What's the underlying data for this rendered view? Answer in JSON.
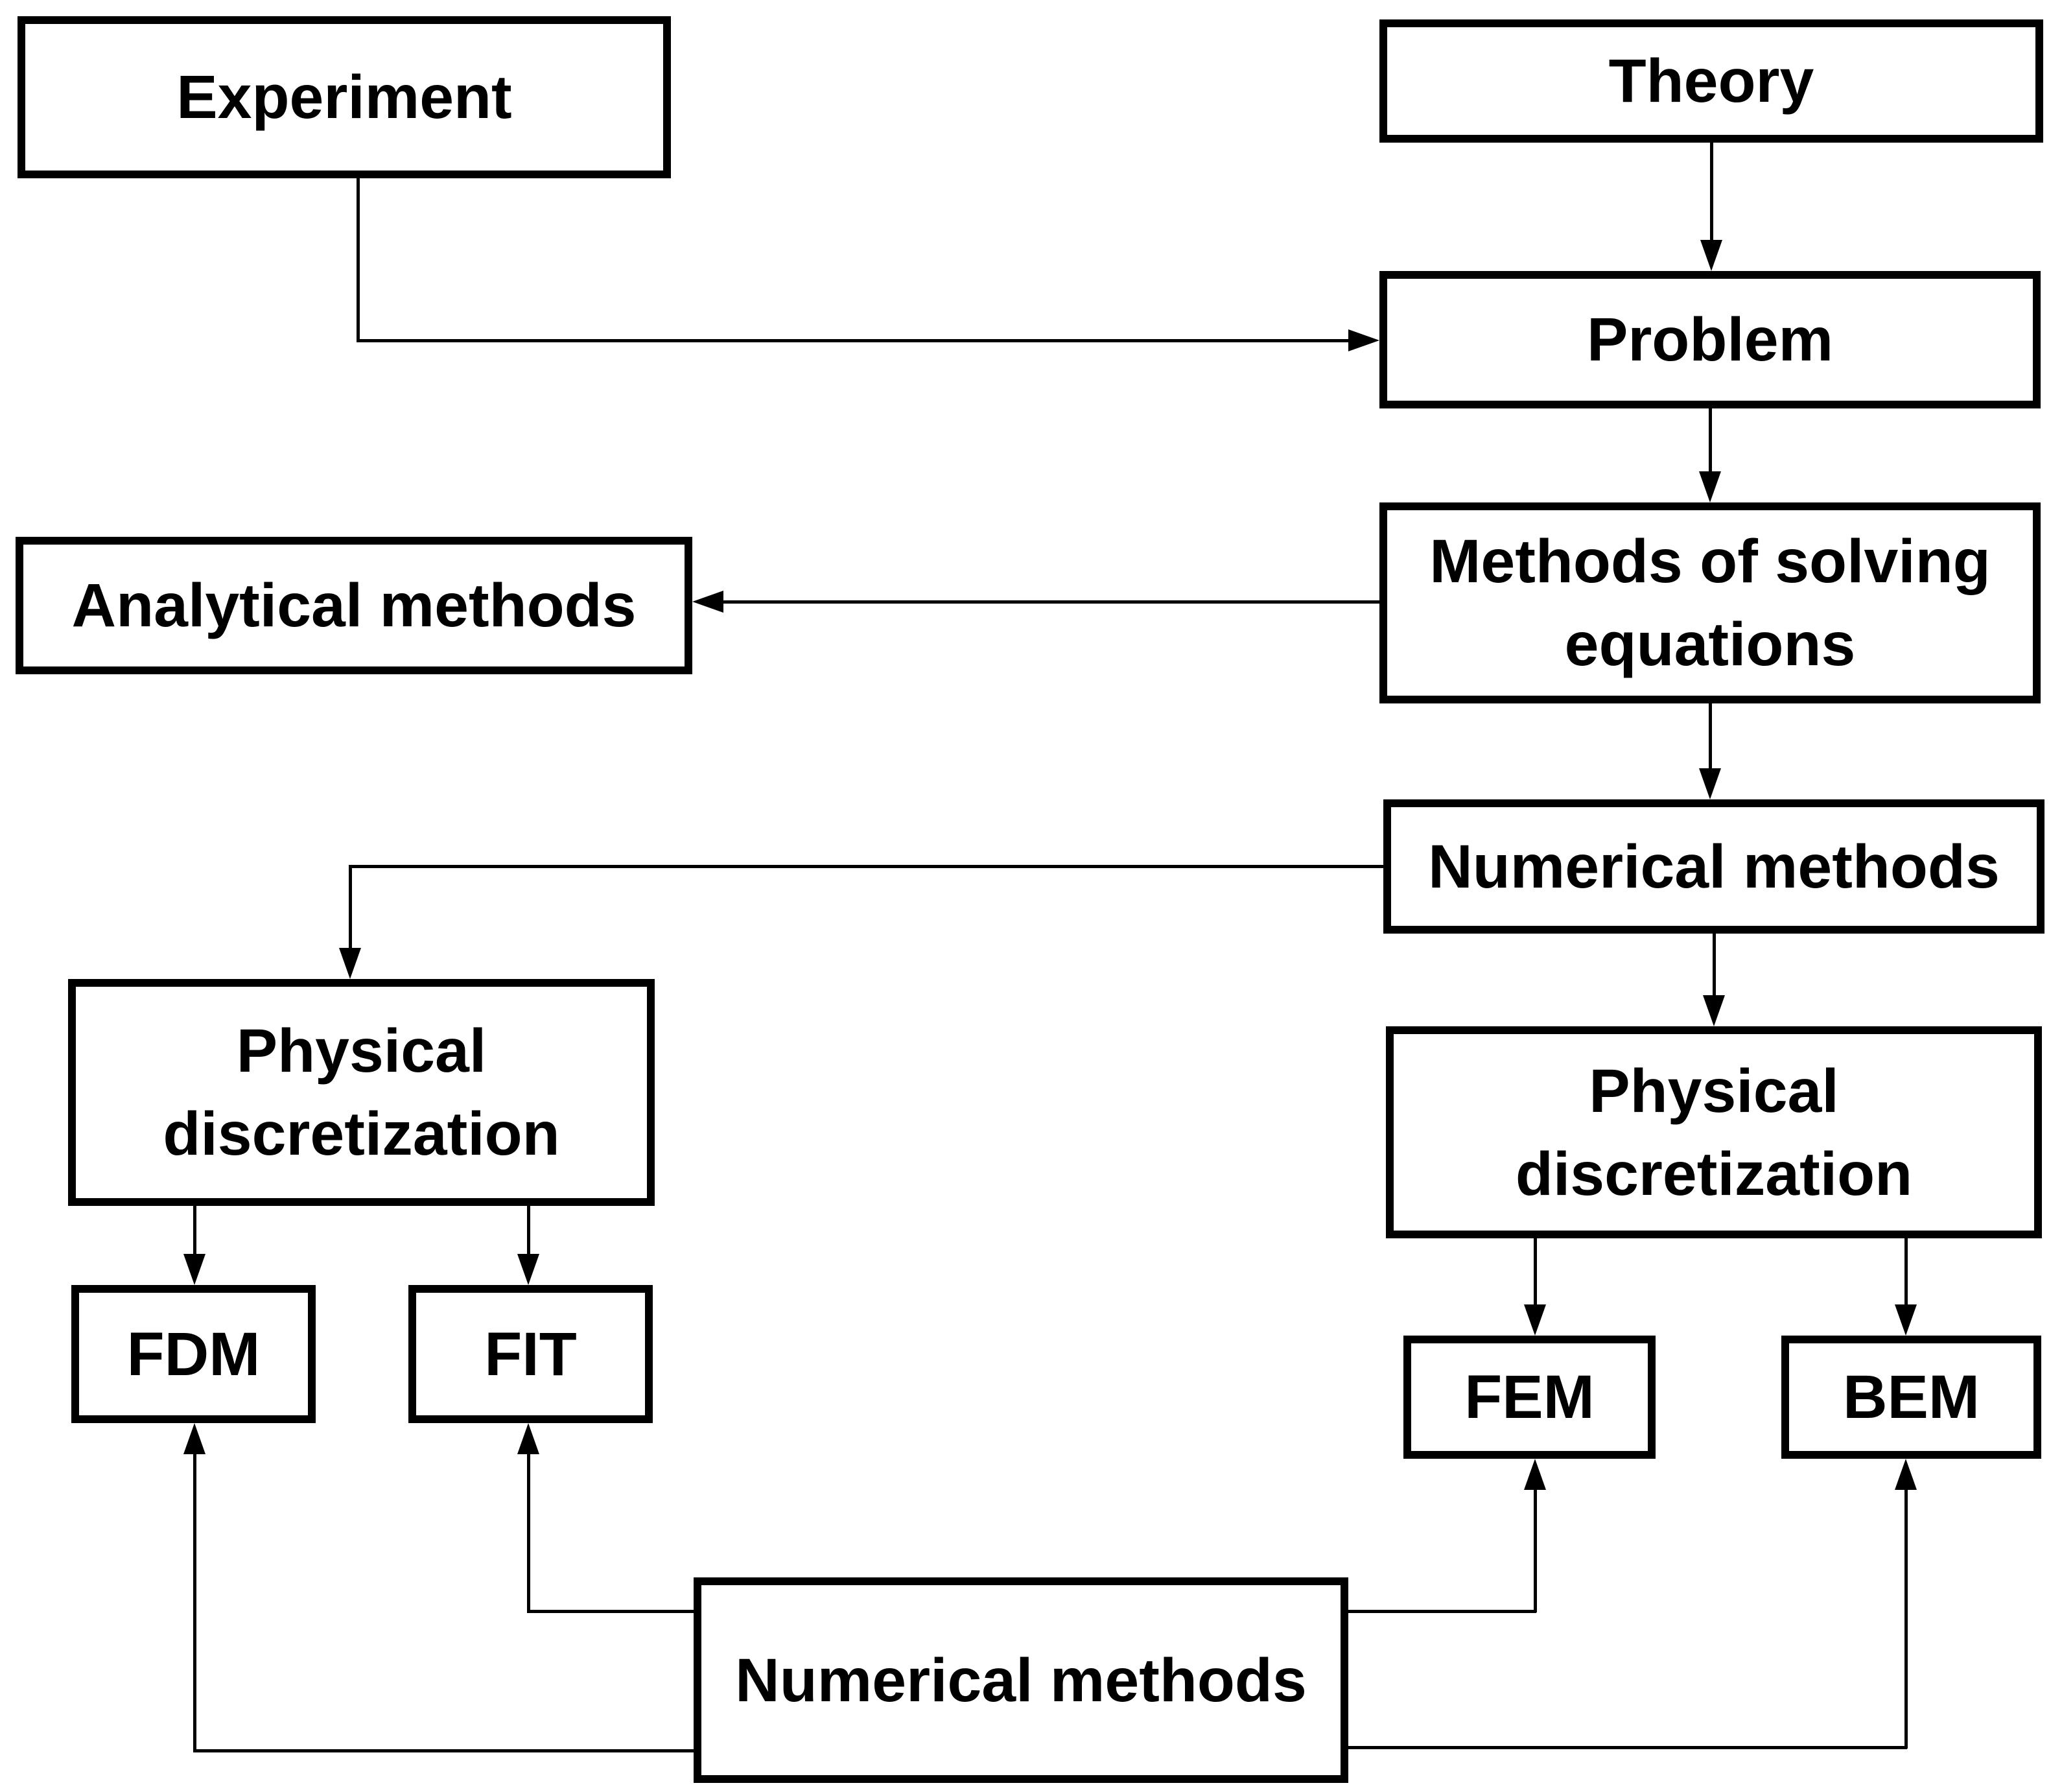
{
  "diagram": {
    "type": "flowchart",
    "colors": {
      "background": "#ffffff",
      "line": "#000000",
      "text": "#000000",
      "node_fill": "#ffffff"
    },
    "nodes": {
      "experiment": {
        "lines": [
          "Experiment"
        ]
      },
      "theory": {
        "lines": [
          "Theory"
        ]
      },
      "problem": {
        "lines": [
          "Problem"
        ]
      },
      "methods_of_solving_equations": {
        "lines": [
          "Methods of solving",
          "equations"
        ]
      },
      "analytical_methods": {
        "lines": [
          "Analytical methods"
        ]
      },
      "numerical_methods": {
        "lines": [
          "Numerical methods"
        ]
      },
      "physical_discretization_left": {
        "lines": [
          "Physical",
          "discretization"
        ]
      },
      "physical_discretization_right": {
        "lines": [
          "Physical",
          "discretization"
        ]
      },
      "fdm": {
        "lines": [
          "FDM"
        ]
      },
      "fit": {
        "lines": [
          "FIT"
        ]
      },
      "fem": {
        "lines": [
          "FEM"
        ]
      },
      "bem": {
        "lines": [
          "BEM"
        ]
      },
      "numerical_methods_bottom": {
        "lines": [
          "Numerical methods"
        ]
      }
    },
    "edges": [
      {
        "from": "theory",
        "to": "problem"
      },
      {
        "from": "experiment",
        "to": "problem"
      },
      {
        "from": "problem",
        "to": "methods_of_solving_equations"
      },
      {
        "from": "methods_of_solving_equations",
        "to": "analytical_methods"
      },
      {
        "from": "methods_of_solving_equations",
        "to": "numerical_methods"
      },
      {
        "from": "numerical_methods",
        "to": "physical_discretization_left"
      },
      {
        "from": "numerical_methods",
        "to": "physical_discretization_right"
      },
      {
        "from": "physical_discretization_left",
        "to": "fdm"
      },
      {
        "from": "physical_discretization_left",
        "to": "fit"
      },
      {
        "from": "physical_discretization_right",
        "to": "fem"
      },
      {
        "from": "physical_discretization_right",
        "to": "bem"
      },
      {
        "from": "numerical_methods_bottom",
        "to": "fdm"
      },
      {
        "from": "numerical_methods_bottom",
        "to": "fit"
      },
      {
        "from": "numerical_methods_bottom",
        "to": "fem"
      },
      {
        "from": "numerical_methods_bottom",
        "to": "bem"
      }
    ]
  }
}
